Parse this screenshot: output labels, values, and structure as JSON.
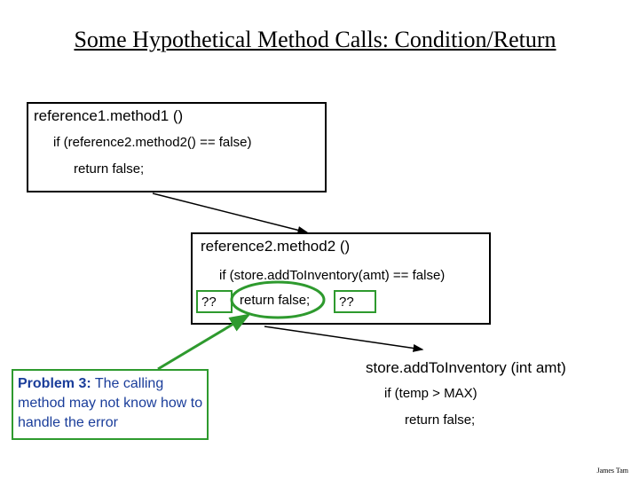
{
  "slide": {
    "title": "Some Hypothetical Method Calls: Condition/Return",
    "footer": "James Tam"
  },
  "box1": {
    "title": "reference1.method1 ()",
    "line1": "if (reference2.method2() == false)",
    "line2": "return false;"
  },
  "box2": {
    "title": "reference2.method2 ()",
    "line1": "if (store.addToInventory(amt) == false)",
    "left_q": "??",
    "middle": "return false;",
    "right_q": "??"
  },
  "box3": {
    "title": "store.addToInventory (int amt)",
    "line1": "if (temp > MAX)",
    "line2": "return false;"
  },
  "problem": {
    "label": "Problem 3:",
    "text": "  The calling method may not know how to handle the error"
  },
  "colors": {
    "problem_text": "#1a3d9a",
    "highlight_border": "#2e9a2e",
    "arrow": "#000000"
  }
}
